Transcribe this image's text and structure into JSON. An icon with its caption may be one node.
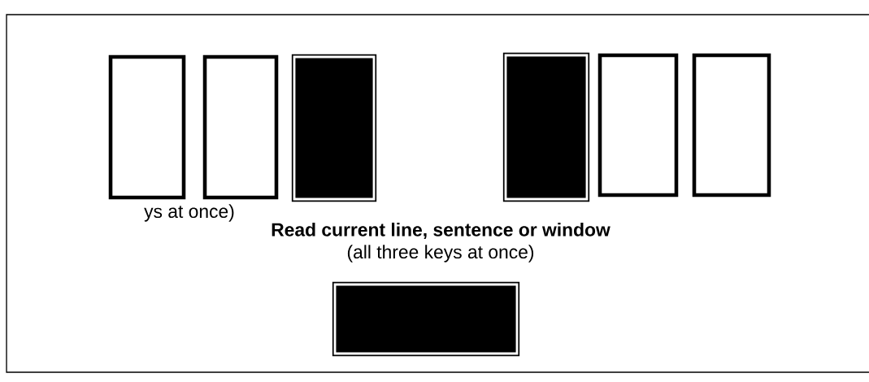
{
  "diagram": {
    "nodes": [
      {
        "text": [],
        "shape": "box"
      },
      {
        "text": [],
        "shape": "box"
      },
      {
        "text": [],
        "shape": "box"
      },
      {
        "text": [],
        "shape": "box"
      },
      {
        "text": [],
        "shape": "box"
      },
      {
        "text": [],
        "shape": "box"
      },
      {
        "text": [],
        "shape": "box"
      }
    ],
    "labels": [
      "ys at once)",
      "**Read current line, sentence or window**",
      "(all three keys at once)"
    ]
  }
}
